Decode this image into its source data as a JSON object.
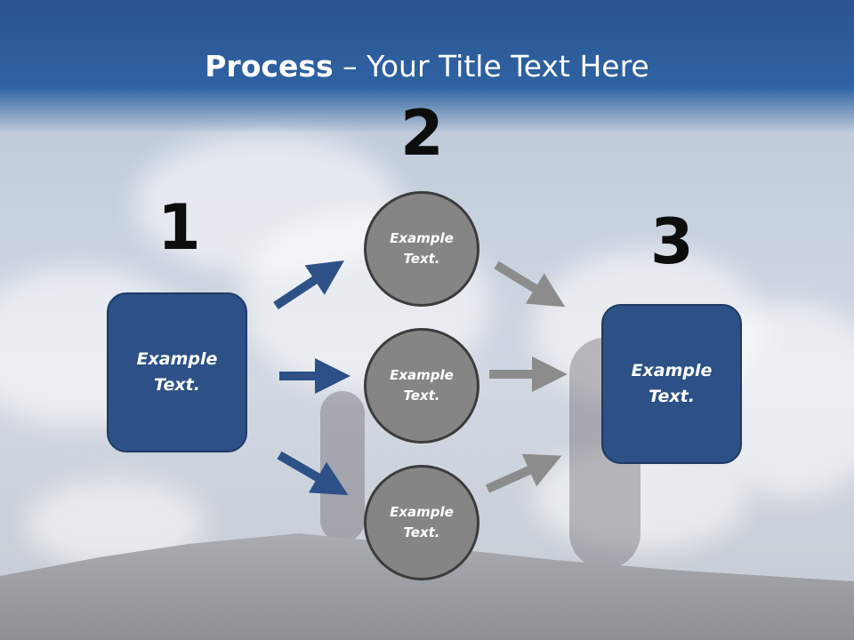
{
  "title": {
    "bold": "Process",
    "rest": " – Your Title Text Here"
  },
  "steps": [
    {
      "number": "1",
      "text": "Example\nText."
    },
    {
      "number": "2",
      "items": [
        "Example\nText.",
        "Example\nText.",
        "Example\nText."
      ]
    },
    {
      "number": "3",
      "text": "Example\nText."
    }
  ],
  "colors": {
    "header": "#2f62a2",
    "box": "#2d5186",
    "circle": "#858585",
    "arrow_blue": "#2d5186",
    "arrow_gray": "#8c8c8c"
  }
}
